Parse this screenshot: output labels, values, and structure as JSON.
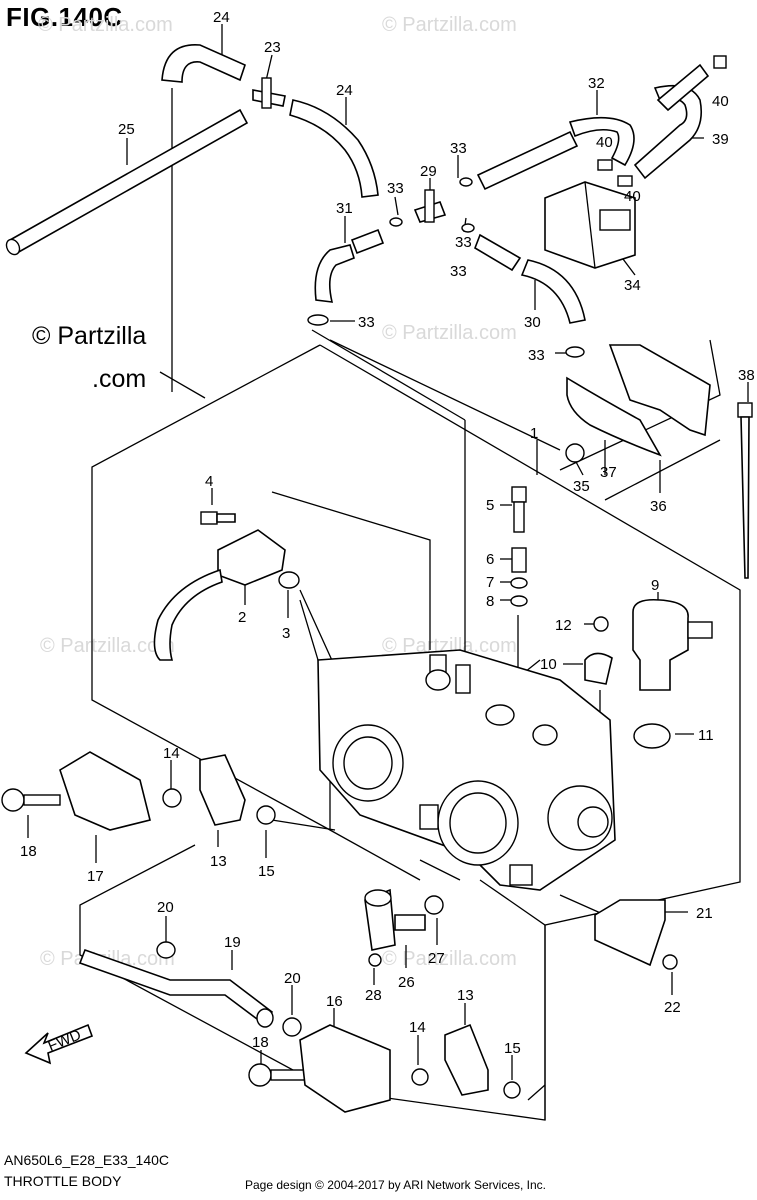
{
  "figure": {
    "title": "FIG.140C",
    "model_code": "AN650L6_E28_E33_140C",
    "section_name": "THROTTLE BODY",
    "credit": "Page design © 2004-2017 by ARI Network Services, Inc.",
    "watermark_primary_line1": "© Partzilla",
    "watermark_primary_line2": ".com",
    "watermark_faint": "© Partzilla.com",
    "fwd_label": "FWD"
  },
  "callouts": [
    "24",
    "23",
    "24",
    "25",
    "32",
    "40",
    "40",
    "39",
    "40",
    "33",
    "29",
    "33",
    "31",
    "33",
    "33",
    "34",
    "33",
    "30",
    "33",
    "38",
    "1",
    "4",
    "5",
    "6",
    "7",
    "8",
    "37",
    "35",
    "36",
    "9",
    "12",
    "10",
    "2",
    "3",
    "11",
    "14",
    "13",
    "15",
    "17",
    "18",
    "20",
    "19",
    "26",
    "27",
    "28",
    "21",
    "22",
    "20",
    "16",
    "18",
    "14",
    "13",
    "15"
  ]
}
